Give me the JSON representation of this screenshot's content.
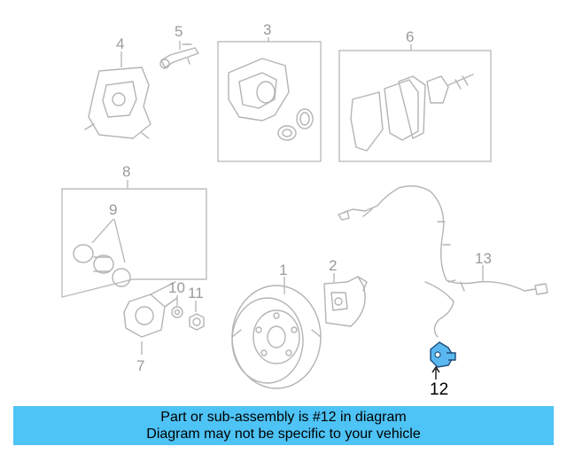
{
  "diagram": {
    "callouts": [
      "1",
      "2",
      "3",
      "4",
      "5",
      "6",
      "7",
      "8",
      "9",
      "10",
      "11",
      "12",
      "13"
    ],
    "highlighted_part": "12",
    "highlight_color": "#5ab8f0"
  },
  "banner": {
    "line1": "Part or sub-assembly is #12 in diagram",
    "line2": "Diagram may not be specific to your vehicle",
    "background": "#4ec3f5"
  }
}
